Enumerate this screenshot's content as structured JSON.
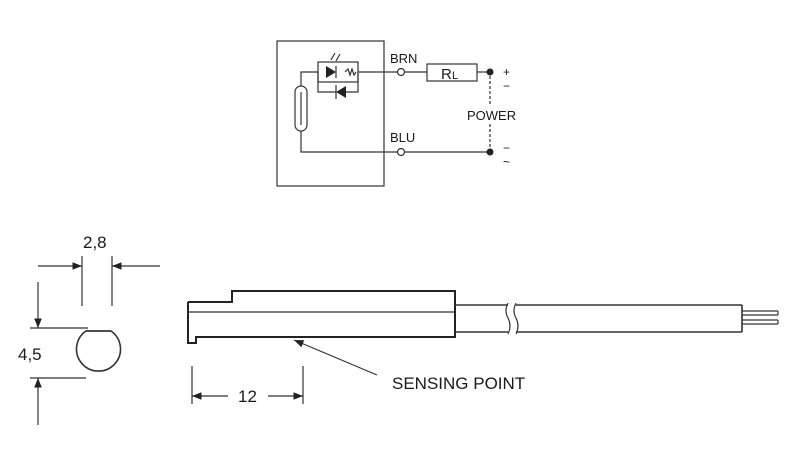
{
  "circuit": {
    "wire_top_label": "BRN",
    "wire_bottom_label": "BLU",
    "load_label_main": "R",
    "load_label_sub": "L",
    "power_label": "POWER",
    "plus_sign": "+",
    "minus_sign": "−",
    "tilde_sign": "~"
  },
  "dimensions": {
    "width_value": "2,8",
    "height_value": "4,5",
    "length_value": "12"
  },
  "callouts": {
    "sensing_point": "SENSING POINT"
  }
}
